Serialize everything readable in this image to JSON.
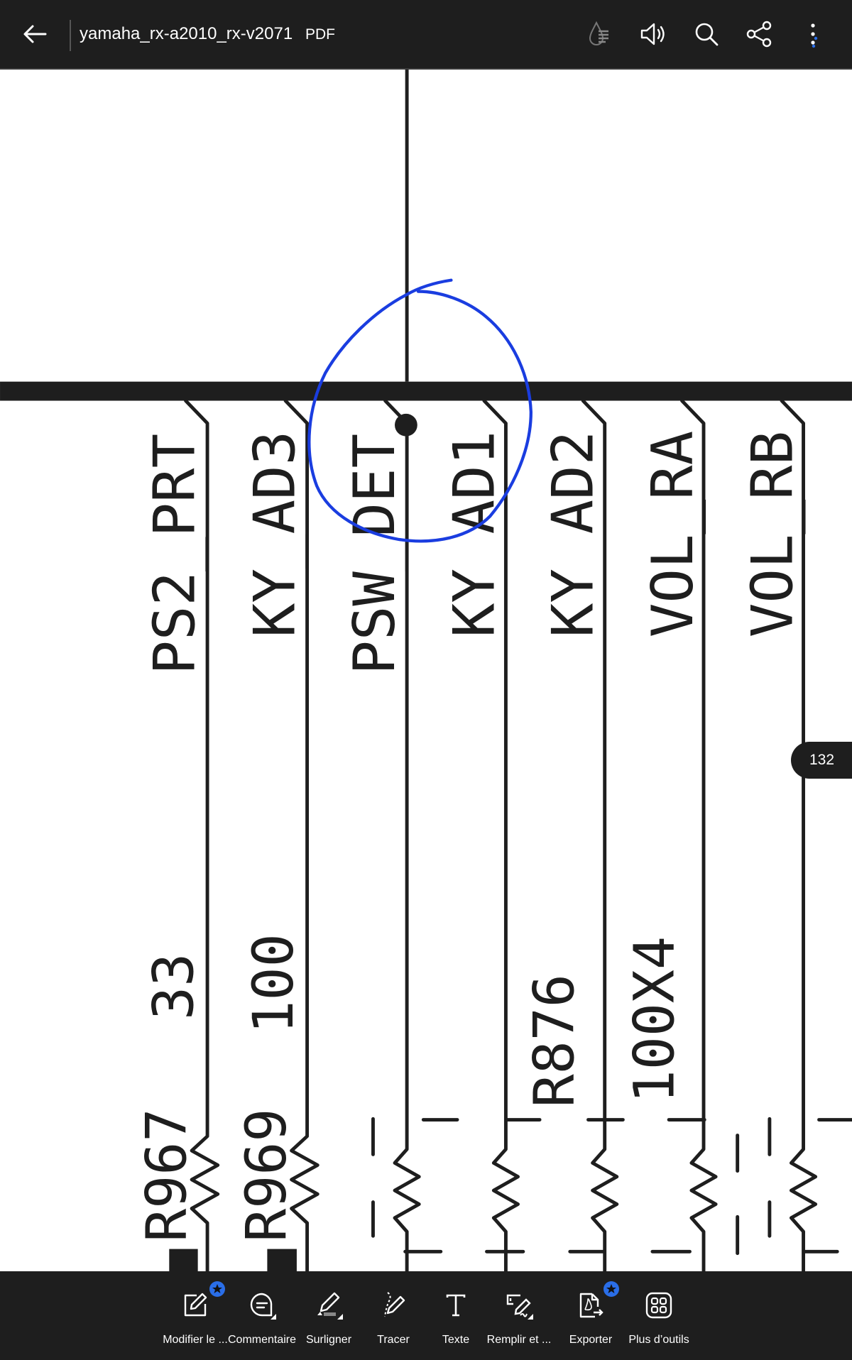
{
  "header": {
    "title": "yamaha_rx-a2010_rx-v2071",
    "file_type": "PDF",
    "icons": [
      "back-arrow-icon",
      "liquid-mode-icon",
      "read-aloud-icon",
      "search-icon",
      "share-icon",
      "more-options-icon"
    ]
  },
  "schematic": {
    "net_labels": [
      "PS2_PRT",
      "KY_AD3",
      "PSW_DET",
      "KY_AD1",
      "KY_AD2",
      "VOL_RA",
      "VOL_RB"
    ],
    "components": {
      "r967_ref": "R967",
      "r967_value": "33",
      "r969_ref": "R969",
      "r969_value": "100",
      "r876_ref": "R876",
      "r876_value": "100X4"
    },
    "annotation_color": "#1a3de0"
  },
  "page_indicator": "132",
  "toolbar": {
    "items": [
      {
        "label": "Modifier le ...",
        "icon": "edit-pdf-icon",
        "badge": true
      },
      {
        "label": "Commentaire",
        "icon": "comment-icon"
      },
      {
        "label": "Surligner",
        "icon": "highlight-icon"
      },
      {
        "label": "Tracer",
        "icon": "draw-icon"
      },
      {
        "label": "Texte",
        "icon": "text-icon"
      },
      {
        "label": "Remplir et ...",
        "icon": "fill-sign-icon"
      },
      {
        "label": "Exporter",
        "icon": "export-pdf-icon",
        "badge": true
      },
      {
        "label": "Plus d’outils",
        "icon": "more-tools-icon"
      }
    ]
  },
  "colors": {
    "bar_bg": "#1e1e1e",
    "accent": "#2a6ee8"
  }
}
